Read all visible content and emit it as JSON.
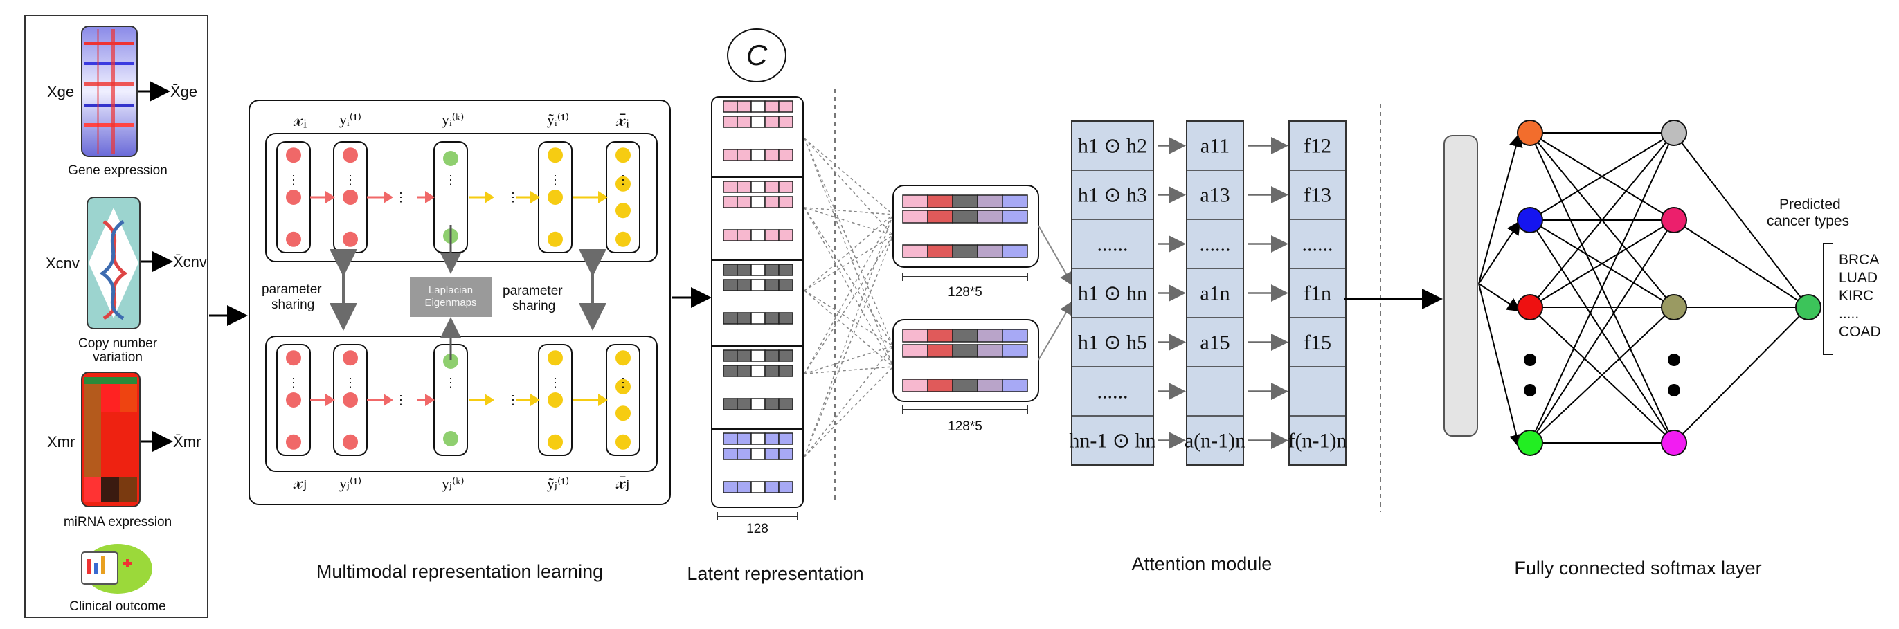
{
  "inputs": {
    "ge": {
      "in": "Xge",
      "out": "X̄ge",
      "caption": "Gene expression"
    },
    "cnv": {
      "in": "Xcnv",
      "out": "X̄cnv",
      "caption_line1": "Copy number",
      "caption_line2": "variation"
    },
    "mr": {
      "in": "Xmr",
      "out": "X̄mr",
      "caption": "miRNA expression"
    },
    "clinical": {
      "caption": "Clinical outcome"
    }
  },
  "mrl": {
    "top_labels": [
      "𝓍ᵢ",
      "yᵢ⁽¹⁾",
      "yᵢ⁽ᵏ⁾",
      "ỹᵢ⁽¹⁾",
      "𝓍̄ᵢ"
    ],
    "bottom_labels": [
      "𝓍ⱼ",
      "yⱼ⁽¹⁾",
      "yⱼ⁽ᵏ⁾",
      "ỹⱼ⁽¹⁾",
      "𝓍̄ⱼ"
    ],
    "param_sharing_1": "parameter",
    "param_sharing_2": "sharing",
    "laplacian_1": "Laplacian",
    "laplacian_2": "Eigenmaps",
    "caption": "Multimodal representation learning"
  },
  "latent": {
    "symbol": "C",
    "dim_label": "128",
    "caption": "Latent representation",
    "stack_label_1": "128*5",
    "stack_label_2": "128*5",
    "colors": {
      "pink": "#f7b8cf",
      "gray": "#6e6e6e",
      "blue": "#a7a9f5",
      "red": "#e05a5a",
      "purple": "#b9a4c9"
    }
  },
  "attention": {
    "col1": [
      "h1 ⊙ h2",
      "h1 ⊙ h3",
      "......",
      "h1 ⊙ hn",
      "h1 ⊙ h5",
      "......",
      "hn-1 ⊙ hn"
    ],
    "col2": [
      "a11",
      "a13",
      "......",
      "a1n",
      "a15",
      "",
      "a(n-1)n"
    ],
    "col3": [
      "f12",
      "f13",
      "......",
      "f1n",
      "f15",
      "",
      "f(n-1)n"
    ],
    "caption": "Attention module",
    "cell_color": "#cdd9ea"
  },
  "fc": {
    "caption": "Fully connected softmax layer",
    "predicted_1": "Predicted",
    "predicted_2": "cancer types",
    "classes": [
      "BRCA",
      "LUAD",
      "KIRC",
      ".....",
      "COAD"
    ],
    "layer1_colors": [
      "#f26d2c",
      "#1515f0",
      "#ee1111",
      "#22ee22"
    ],
    "layer2_colors": [
      "#bdbdbd",
      "#ec1f6c",
      "#9a9a62",
      "#f21cf2"
    ],
    "output_color": "#3cc45a"
  }
}
